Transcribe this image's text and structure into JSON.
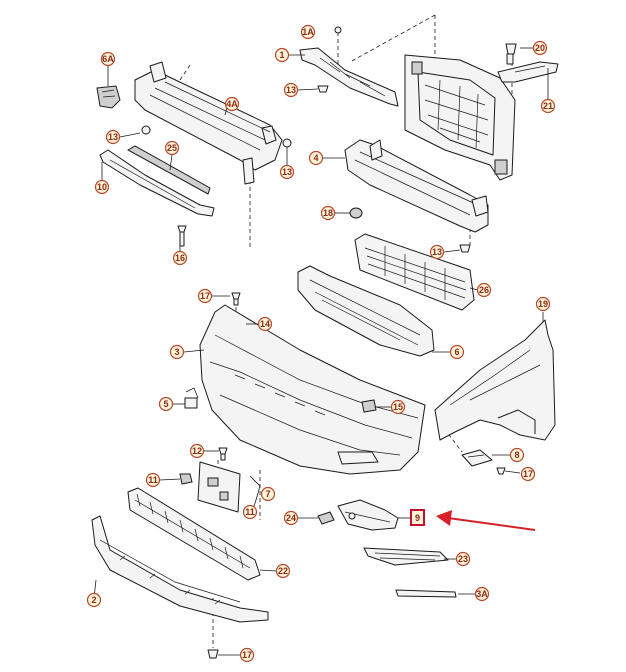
{
  "diagram": {
    "callouts": [
      {
        "id": "c-1a",
        "label": "1A"
      },
      {
        "id": "c-1",
        "label": "1"
      },
      {
        "id": "c-13a",
        "label": "13"
      },
      {
        "id": "c-20",
        "label": "20"
      },
      {
        "id": "c-21",
        "label": "21"
      },
      {
        "id": "c-6a",
        "label": "6A"
      },
      {
        "id": "c-4a",
        "label": "4A"
      },
      {
        "id": "c-13b",
        "label": "13"
      },
      {
        "id": "c-25",
        "label": "25"
      },
      {
        "id": "c-13c",
        "label": "13"
      },
      {
        "id": "c-10",
        "label": "10"
      },
      {
        "id": "c-16",
        "label": "16"
      },
      {
        "id": "c-4",
        "label": "4"
      },
      {
        "id": "c-18",
        "label": "18"
      },
      {
        "id": "c-13d",
        "label": "13"
      },
      {
        "id": "c-26",
        "label": "26"
      },
      {
        "id": "c-6",
        "label": "6"
      },
      {
        "id": "c-17a",
        "label": "17"
      },
      {
        "id": "c-14",
        "label": "14"
      },
      {
        "id": "c-3",
        "label": "3"
      },
      {
        "id": "c-19",
        "label": "19"
      },
      {
        "id": "c-5",
        "label": "5"
      },
      {
        "id": "c-15",
        "label": "15"
      },
      {
        "id": "c-12",
        "label": "12"
      },
      {
        "id": "c-11",
        "label": "11"
      },
      {
        "id": "c-7",
        "label": "7"
      },
      {
        "id": "c-11b",
        "label": "11"
      },
      {
        "id": "c-8",
        "label": "8"
      },
      {
        "id": "c-17b",
        "label": "17"
      },
      {
        "id": "c-24",
        "label": "24"
      },
      {
        "id": "c-9",
        "label": "9"
      },
      {
        "id": "c-23",
        "label": "23"
      },
      {
        "id": "c-22",
        "label": "22"
      },
      {
        "id": "c-2",
        "label": "2"
      },
      {
        "id": "c-3a",
        "label": "3A"
      },
      {
        "id": "c-17c",
        "label": "17"
      }
    ]
  },
  "colors": {
    "callout_ring": "#b4492a",
    "callout_fill": "#fdf4dc",
    "highlight": "#c8102e",
    "arrow": "#d8202a"
  }
}
